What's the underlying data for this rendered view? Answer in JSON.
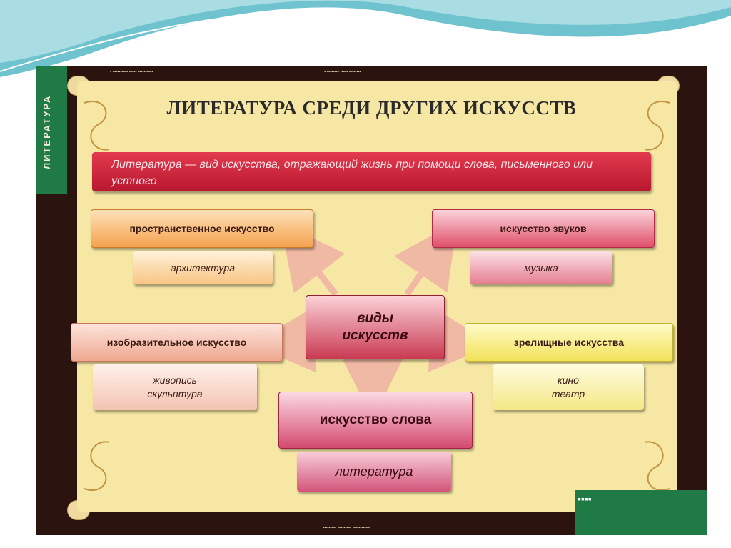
{
  "sidebar": {
    "label": "ЛИТЕРАТУРА"
  },
  "poster": {
    "title": "ЛИТЕРАТУРА СРЕДИ ДРУГИХ ИСКУССТВ",
    "definition": "Литература — вид искусства, отражающий жизнь при помощи слова, письменного или устного"
  },
  "diagram": {
    "center": "виды искусств",
    "spatial": {
      "title": "пространственное искусство",
      "example": "архитектура"
    },
    "sound": {
      "title": "искусство звуков",
      "example": "музыка"
    },
    "visual": {
      "title": "изобразительное искусство",
      "example_1": "живопись",
      "example_2": "скульптура"
    },
    "spectacle": {
      "title": "зрелищные искусства",
      "example_1": "кино",
      "example_2": "театр"
    },
    "word": {
      "title": "искусство слова",
      "example": "литература"
    }
  },
  "colors": {
    "frame": "#2b1410",
    "parchment": "#f6e7a4",
    "accent_red": "#c8203a",
    "brand_green": "#1f7a45"
  }
}
